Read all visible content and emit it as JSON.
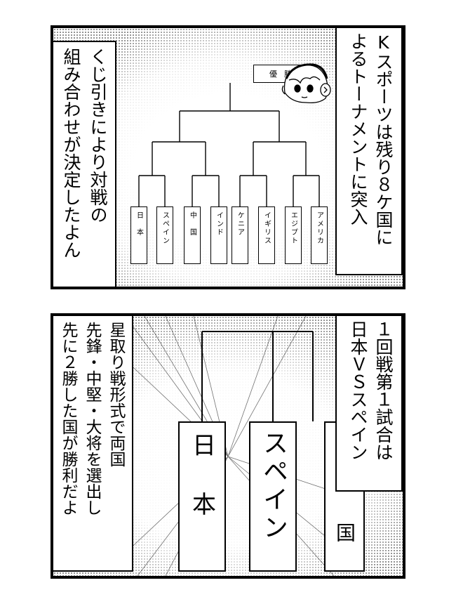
{
  "panel1": {
    "narration_right": "Kスポーツは残り８ケ国に\nよるトーナメントに突入",
    "narration_left": "くじ引きにより対戦の\n組み合わせが決定したよん",
    "bracket": {
      "winner_label": "優勝",
      "teams": [
        "日本",
        "スペイン",
        "中国",
        "インド",
        "ケニア",
        "イギリス",
        "エジプト",
        "アメリカ"
      ]
    }
  },
  "panel2": {
    "narration_right": "１回戦第１試合は\n日本ＶＳスペイン",
    "narration_left": "星取り戦形式で両国\n先鋒・中堅・大将を選出し\n先に２勝した国が勝利だよ",
    "cards": {
      "japan": "日本",
      "spain": "スペイン",
      "partial": "国"
    }
  }
}
